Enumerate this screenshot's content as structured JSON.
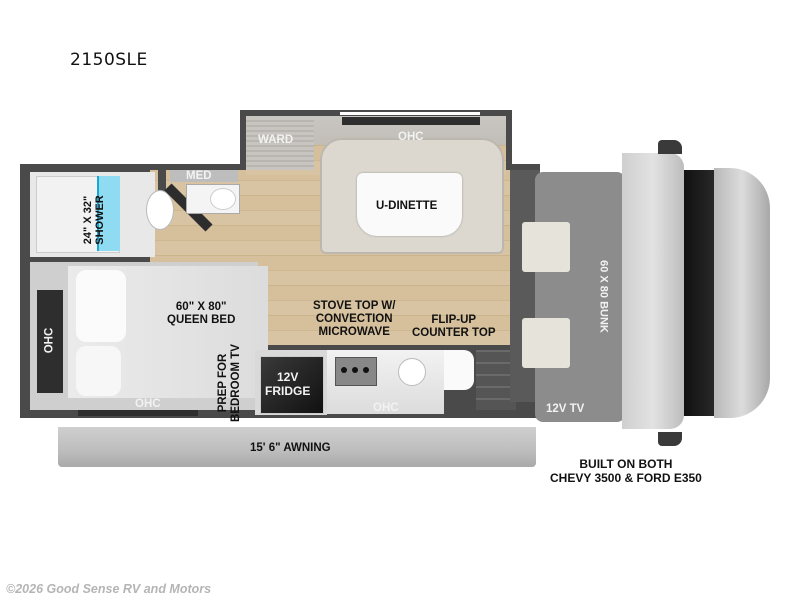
{
  "model_name": "2150SLE",
  "labels": {
    "ward": "WARD",
    "ohc_top": "OHC",
    "med": "MED",
    "u_dinette": "U-DINETTE",
    "shower_line1": "24\" X 32\"",
    "shower_line2": "SHOWER",
    "ohc_rear": "OHC",
    "queen_bed_line1": "60\" X 80\"",
    "queen_bed_line2": "QUEEN BED",
    "ohc_bed_bottom": "OHC",
    "prep_tv_line1": "PREP FOR",
    "prep_tv_line2": "BEDROOM TV",
    "fridge_line1": "12V",
    "fridge_line2": "FRIDGE",
    "stove_line1": "STOVE TOP W/",
    "stove_line2": "CONVECTION",
    "stove_line3": "MICROWAVE",
    "flipup_line1": "FLIP-UP",
    "flipup_line2": "COUNTER TOP",
    "ohc_kitchen": "OHC",
    "bunk": "60 X 80 BUNK",
    "tv_12v": "12V TV",
    "awning": "15' 6\" AWNING",
    "chassis_line1": "BUILT ON BOTH",
    "chassis_line2": "CHEVY 3500 & FORD E350"
  },
  "copyright": "©2026 Good Sense RV and Motors",
  "colors": {
    "wall": "#4a4a4a",
    "floor": "#d8c4a2",
    "shower_blue": "#8fdcf2",
    "shower_line": "#1aa7d8",
    "cab_gray": "#c8c8c8",
    "bunk_gray": "#8c8c8c"
  }
}
